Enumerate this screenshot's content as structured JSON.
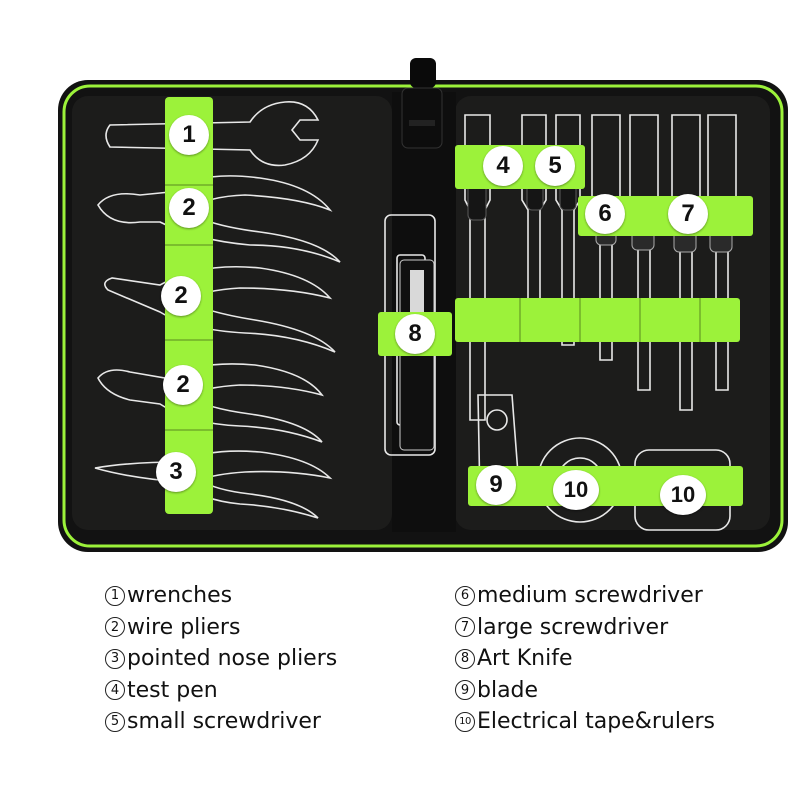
{
  "colors": {
    "case_fabric": "#1c1c1b",
    "accent_green": "#9cf23a",
    "outline": "#e8e8e8"
  },
  "badges": [
    {
      "id": "b1",
      "number": "1"
    },
    {
      "id": "b2a",
      "number": "2"
    },
    {
      "id": "b2b",
      "number": "2"
    },
    {
      "id": "b2c",
      "number": "2"
    },
    {
      "id": "b3",
      "number": "3"
    },
    {
      "id": "b4",
      "number": "4"
    },
    {
      "id": "b5",
      "number": "5"
    },
    {
      "id": "b6",
      "number": "6"
    },
    {
      "id": "b7",
      "number": "7"
    },
    {
      "id": "b8",
      "number": "8"
    },
    {
      "id": "b9",
      "number": "9"
    },
    {
      "id": "b10a",
      "number": "10"
    },
    {
      "id": "b10b",
      "number": "10"
    }
  ],
  "legend": {
    "left": [
      {
        "num": "1",
        "text": "wrenches"
      },
      {
        "num": "2",
        "text": "wire pliers"
      },
      {
        "num": "3",
        "text": "pointed nose pliers"
      },
      {
        "num": "4",
        "text": "test pen"
      },
      {
        "num": "5",
        "text": "small screwdriver"
      }
    ],
    "right": [
      {
        "num": "6",
        "text": "medium screwdriver"
      },
      {
        "num": "7",
        "text": "large screwdriver"
      },
      {
        "num": "8",
        "text": "Art Knife"
      },
      {
        "num": "9",
        "text": "blade"
      },
      {
        "num": "10",
        "text": "Electrical tape&rulers"
      }
    ]
  }
}
